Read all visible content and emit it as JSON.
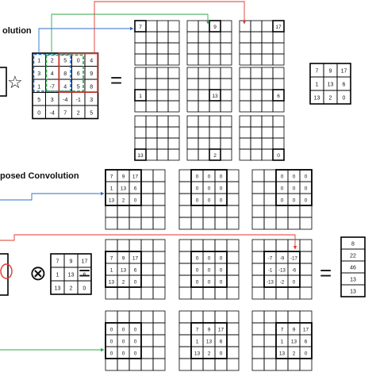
{
  "titles": {
    "convolution": "olution",
    "transposed": "posed Convolution"
  },
  "operators": {
    "star": "☆",
    "equals": "=",
    "otimes": "⊗"
  },
  "colors": {
    "blue": "#2e6fc7",
    "green": "#2aa84a",
    "red": "#e2372d",
    "grid": "#000000",
    "text": "#111111"
  },
  "input_matrix": [
    [
      "1",
      "2",
      "5",
      "0",
      "4"
    ],
    [
      "3",
      "4",
      "8",
      "6",
      "9"
    ],
    [
      "1",
      "-7",
      "4",
      "5",
      "8"
    ],
    [
      "5",
      "3",
      "-4",
      "-1",
      "3"
    ],
    [
      "0",
      "-4",
      "7",
      "2",
      "5"
    ]
  ],
  "conv_cells": {
    "r0c0": "7",
    "r0c1": "9",
    "r0c2": "17",
    "r1c0": "1",
    "r1c1": "13",
    "r1c2": "6",
    "r2c0": "13",
    "r2c1": "2",
    "r2c2": "0"
  },
  "conv_result": [
    [
      "7",
      "9",
      "17"
    ],
    [
      "1",
      "13",
      "6"
    ],
    [
      "13",
      "2",
      "0"
    ]
  ],
  "transposed_kernel": [
    [
      "7",
      "9",
      "17"
    ],
    [
      "1",
      "13",
      "6"
    ],
    [
      "13",
      "2",
      "0"
    ]
  ],
  "zero_block": [
    [
      "0",
      "0",
      "0"
    ],
    [
      "0",
      "0",
      "0"
    ],
    [
      "0",
      "0",
      "0"
    ]
  ],
  "negated_block": [
    [
      "-7",
      "-9",
      "-17"
    ],
    [
      "-1",
      "-13",
      "-6"
    ],
    [
      "-13",
      "-2",
      "0"
    ]
  ],
  "result_column_partial": [
    "8",
    "22",
    "46",
    "13",
    "13"
  ]
}
